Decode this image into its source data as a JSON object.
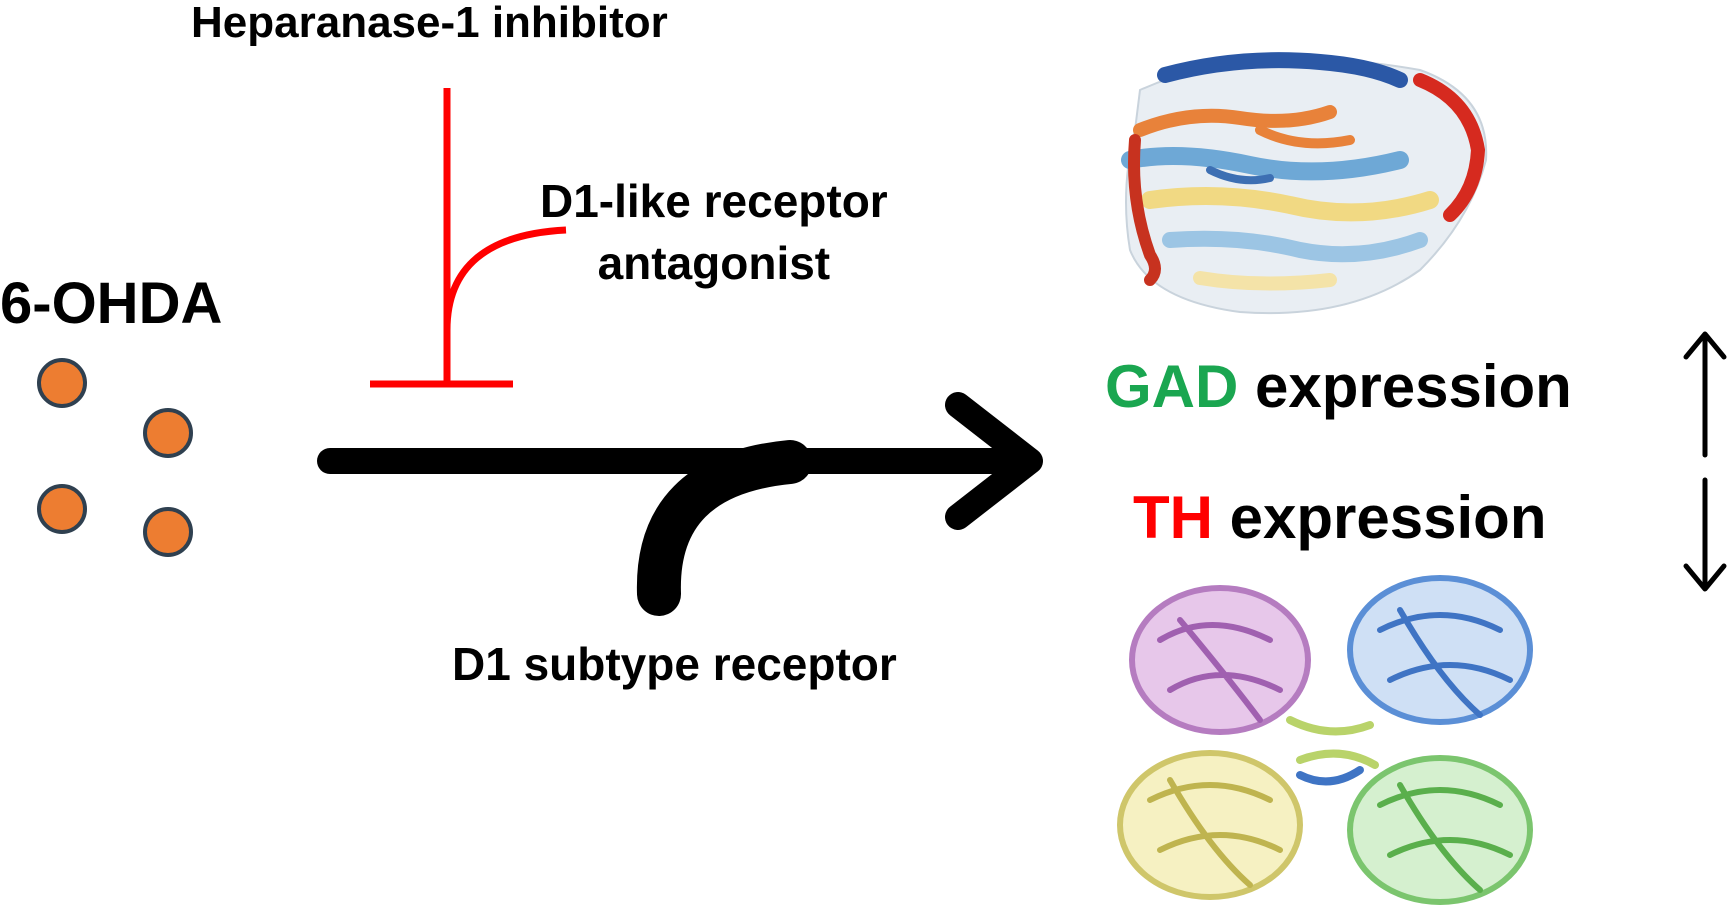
{
  "inhibitor_label": "Heparanase-1 inhibitor",
  "antagonist_label": [
    "D1-like receptor",
    "antagonist"
  ],
  "compound_label": "6-OHDA",
  "receptor_label": "D1 subtype receptor",
  "gad_row": {
    "gene": "GAD",
    "suffix": " expression",
    "trend": "up"
  },
  "th_row": {
    "gene": "TH",
    "suffix": " expression",
    "trend": "down"
  },
  "colors": {
    "inhibition": "#ff0000",
    "pathway": "#000000",
    "molecule_fill": "#ed7d31",
    "molecule_stroke": "#2f4050",
    "gad": "#1aa650",
    "th": "#ff0000"
  }
}
